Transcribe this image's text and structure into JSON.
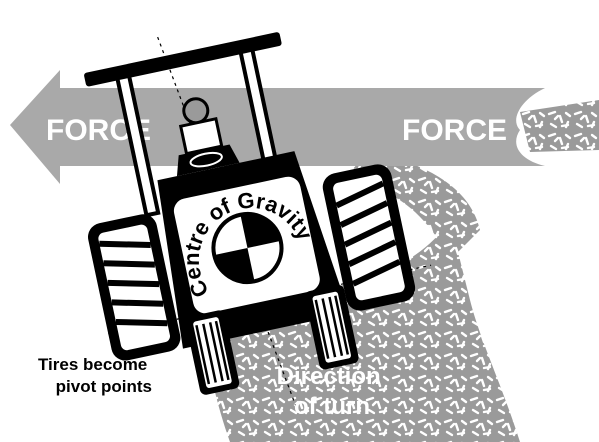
{
  "labels": {
    "force_left": "FORCE",
    "force_right": "FORCE",
    "centre_of_gravity": "Centre of Gravity",
    "direction_line1": "Direction",
    "direction_line2": "of turn",
    "pivot_line1": "Tires become",
    "pivot_line2": "pivot points"
  },
  "colors": {
    "arrow": "#a9a9a9",
    "gravel": "#9a9a9a",
    "tractor": "#000000",
    "background": "#ffffff"
  },
  "icons": [
    "force-arrow",
    "tractor-illustration",
    "centre-of-gravity-symbol",
    "operator-figure",
    "gravel-path"
  ]
}
